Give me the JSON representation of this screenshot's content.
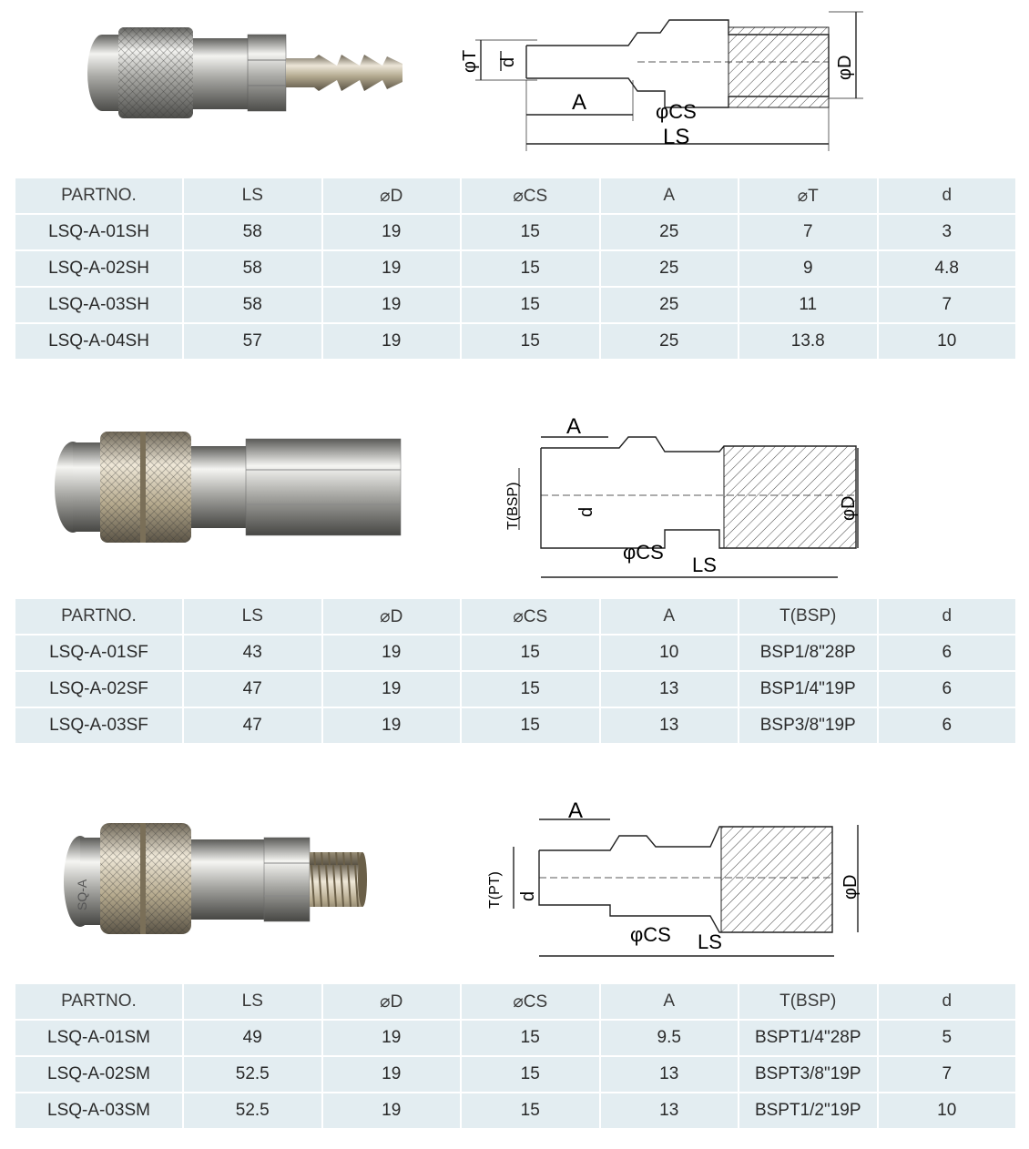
{
  "sections": [
    {
      "columns": [
        "PARTNO.",
        "LS",
        "⌀D",
        "⌀CS",
        "A",
        "⌀T",
        "d"
      ],
      "rows": [
        [
          "LSQ-A-01SH",
          "58",
          "19",
          "15",
          "25",
          "7",
          "3"
        ],
        [
          "LSQ-A-02SH",
          "58",
          "19",
          "15",
          "25",
          "9",
          "4.8"
        ],
        [
          "LSQ-A-03SH",
          "58",
          "19",
          "15",
          "25",
          "11",
          "7"
        ],
        [
          "LSQ-A-04SH",
          "57",
          "19",
          "15",
          "25",
          "13.8",
          "10"
        ]
      ],
      "drawing_labels": {
        "t": "φT",
        "d": "d",
        "D": "φD",
        "A": "A",
        "CS": "φCS",
        "LS": "LS"
      }
    },
    {
      "columns": [
        "PARTNO.",
        "LS",
        "⌀D",
        "⌀CS",
        "A",
        "T(BSP)",
        "d"
      ],
      "rows": [
        [
          "LSQ-A-01SF",
          "43",
          "19",
          "15",
          "10",
          "BSP1/8\"28P",
          "6"
        ],
        [
          "LSQ-A-02SF",
          "47",
          "19",
          "15",
          "13",
          "BSP1/4\"19P",
          "6"
        ],
        [
          "LSQ-A-03SF",
          "47",
          "19",
          "15",
          "13",
          "BSP3/8\"19P",
          "6"
        ]
      ],
      "drawing_labels": {
        "t": "T(BSP)",
        "d": "d",
        "D": "φD",
        "A": "A",
        "CS": "φCS",
        "LS": "LS"
      }
    },
    {
      "columns": [
        "PARTNO.",
        "LS",
        "⌀D",
        "⌀CS",
        "A",
        "T(BSP)",
        "d"
      ],
      "rows": [
        [
          "LSQ-A-01SM",
          "49",
          "19",
          "15",
          "9.5",
          "BSPT1/4\"28P",
          "5"
        ],
        [
          "LSQ-A-02SM",
          "52.5",
          "19",
          "15",
          "13",
          "BSPT3/8\"19P",
          "7"
        ],
        [
          "LSQ-A-03SM",
          "52.5",
          "19",
          "15",
          "13",
          "BSPT1/2\"19P",
          "10"
        ]
      ],
      "drawing_labels": {
        "t": "T(PT)",
        "d": "d",
        "D": "φD",
        "A": "A",
        "CS": "φCS",
        "LS": "LS"
      }
    }
  ],
  "photo_marking": "SQ-A",
  "colors": {
    "table_cell": "#e3edf1",
    "metal_light": "#e9e9e6",
    "metal_dark": "#6d6d6a",
    "brass": "#b8a27e"
  }
}
